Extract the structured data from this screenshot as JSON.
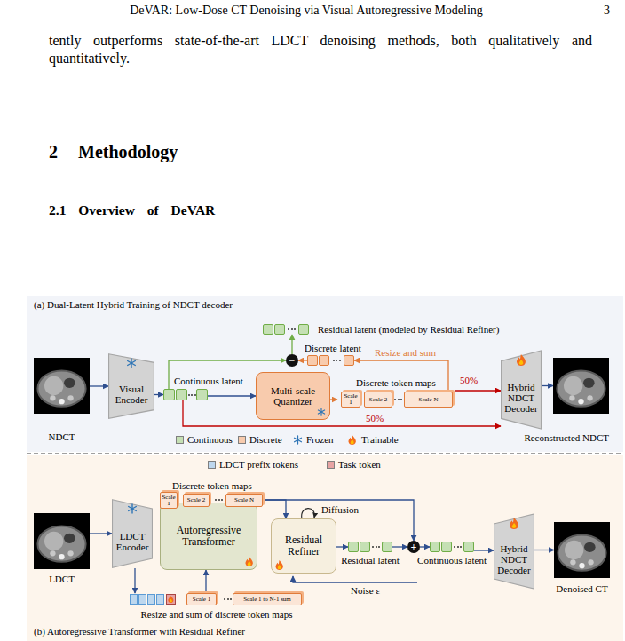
{
  "diagram": {
    "nodes": [
      {
        "text": [
          "(a) Dual-Latent Hybrid Training of NDCT decoder"
        ]
      },
      {
        "text": [
          "NDCT"
        ],
        "in": 0
      },
      {
        "text": [
          "Visual Encoder"
        ],
        "in": 0
      },
      {
        "text": [
          "Continuous latent"
        ],
        "in": 0
      },
      {
        "text": [
          "Multi-scale Quantizer"
        ],
        "in": 0
      },
      {
        "text": [
          "Discrete token maps"
        ],
        "in": 0
      },
      {
        "text": [
          "Scale 1"
        ],
        "in": 5
      },
      {
        "text": [
          "Scale 2"
        ],
        "in": 5
      },
      {
        "text": [
          "Scale N"
        ],
        "in": 5
      },
      {
        "text": [
          "Hybrid NDCT Decoder"
        ],
        "in": 0
      },
      {
        "text": [
          "Reconstructed NDCT"
        ],
        "in": 0
      },
      {
        "text": [
          "Discrete latent"
        ],
        "in": 0
      },
      {
        "text": [
          "−"
        ],
        "in": 0
      },
      {
        "text": [
          "Residual latent (modeled by Residual Refiner)"
        ],
        "in": 0
      },
      {
        "text": [
          "(b) Autoregressive Transformer with Residual Refiner"
        ]
      },
      {
        "text": [
          "LDCT"
        ],
        "in": 14
      },
      {
        "text": [
          "LDCT Encoder"
        ],
        "in": 14
      },
      {
        "text": [
          "Autoregressive Transformer"
        ],
        "in": 14
      },
      {
        "text": [
          "Discrete token maps"
        ],
        "in": 14
      },
      {
        "text": [
          "Scale 1"
        ],
        "in": 18
      },
      {
        "text": [
          "Scale 2"
        ],
        "in": 18
      },
      {
        "text": [
          "Scale N"
        ],
        "in": 18
      },
      {
        "text": [
          "Residual Refiner"
        ],
        "in": 14
      },
      {
        "text": [
          "Residual latent"
        ],
        "in": 14
      },
      {
        "text": [
          "+"
        ],
        "in": 14
      },
      {
        "text": [
          "Continuous latent"
        ],
        "in": 14
      },
      {
        "text": [
          "Hybrid NDCT Decoder"
        ],
        "in": 14
      },
      {
        "text": [
          "Denoised CT"
        ],
        "in": 14
      },
      {
        "text": [
          "Resize and sum of discrete token maps"
        ],
        "in": 14
      },
      {
        "text": [
          "Scale 1"
        ],
        "in": 28
      },
      {
        "text": [
          "Scale 1 to N-1 sum"
        ],
        "in": 28
      }
    ],
    "edges": [
      {
        "from": 1,
        "to": 2,
        "arrow": "to"
      },
      {
        "from": 2,
        "to": 3,
        "arrow": "to"
      },
      {
        "from": 3,
        "to": 4,
        "arrow": "to"
      },
      {
        "from": 4,
        "to": 5,
        "arrow": "to"
      },
      {
        "from": 5,
        "to": 9,
        "label": "50%",
        "arrow": "to"
      },
      {
        "from": 3,
        "to": 9,
        "label": "50%",
        "arrow": "to"
      },
      {
        "from": 8,
        "to": 11,
        "label": "Resize and sum",
        "arrow": "to"
      },
      {
        "from": 3,
        "to": 12,
        "arrow": "to"
      },
      {
        "from": 11,
        "to": 12,
        "arrow": "to"
      },
      {
        "from": 12,
        "to": 13,
        "arrow": "to"
      },
      {
        "from": 9,
        "to": 10,
        "arrow": "to"
      },
      {
        "from": 15,
        "to": 16,
        "arrow": "to"
      },
      {
        "from": 16,
        "to": 28,
        "arrow": "to"
      },
      {
        "from": 28,
        "to": 17,
        "arrow": "to"
      },
      {
        "from": 18,
        "to": 22,
        "arrow": "to"
      },
      {
        "from": 18,
        "to": 24,
        "arrow": "to"
      },
      {
        "from": 22,
        "to": 23,
        "arrow": "to"
      },
      {
        "from": 23,
        "to": 24,
        "arrow": "to"
      },
      {
        "from": 24,
        "to": 25,
        "arrow": "to"
      },
      {
        "from": 25,
        "to": 26,
        "arrow": "to"
      },
      {
        "from": 26,
        "to": 27,
        "arrow": "to"
      }
    ],
    "labels": [
      "DeVAR: Low-Dose CT Denoising via Visual Autoregressive Modeling",
      "3",
      "tently outperforms state-of-the-art LDCT denoising methods, both qualitatively and quantitatively.",
      "2 Methodology",
      "2.1 Overview of DeVAR",
      "Diffusion",
      "Noise ε"
    ],
    "legend": [
      {
        "text": "Continuous",
        "color": "#c5e0b4"
      },
      {
        "text": "Discrete",
        "color": "#f8cbad"
      },
      {
        "text": "Frozen"
      },
      {
        "text": "Trainable"
      },
      {
        "text": "LDCT prefix tokens",
        "color": "#bdd7ee"
      },
      {
        "text": "Task token",
        "color": "#e6a3a3"
      }
    ]
  }
}
